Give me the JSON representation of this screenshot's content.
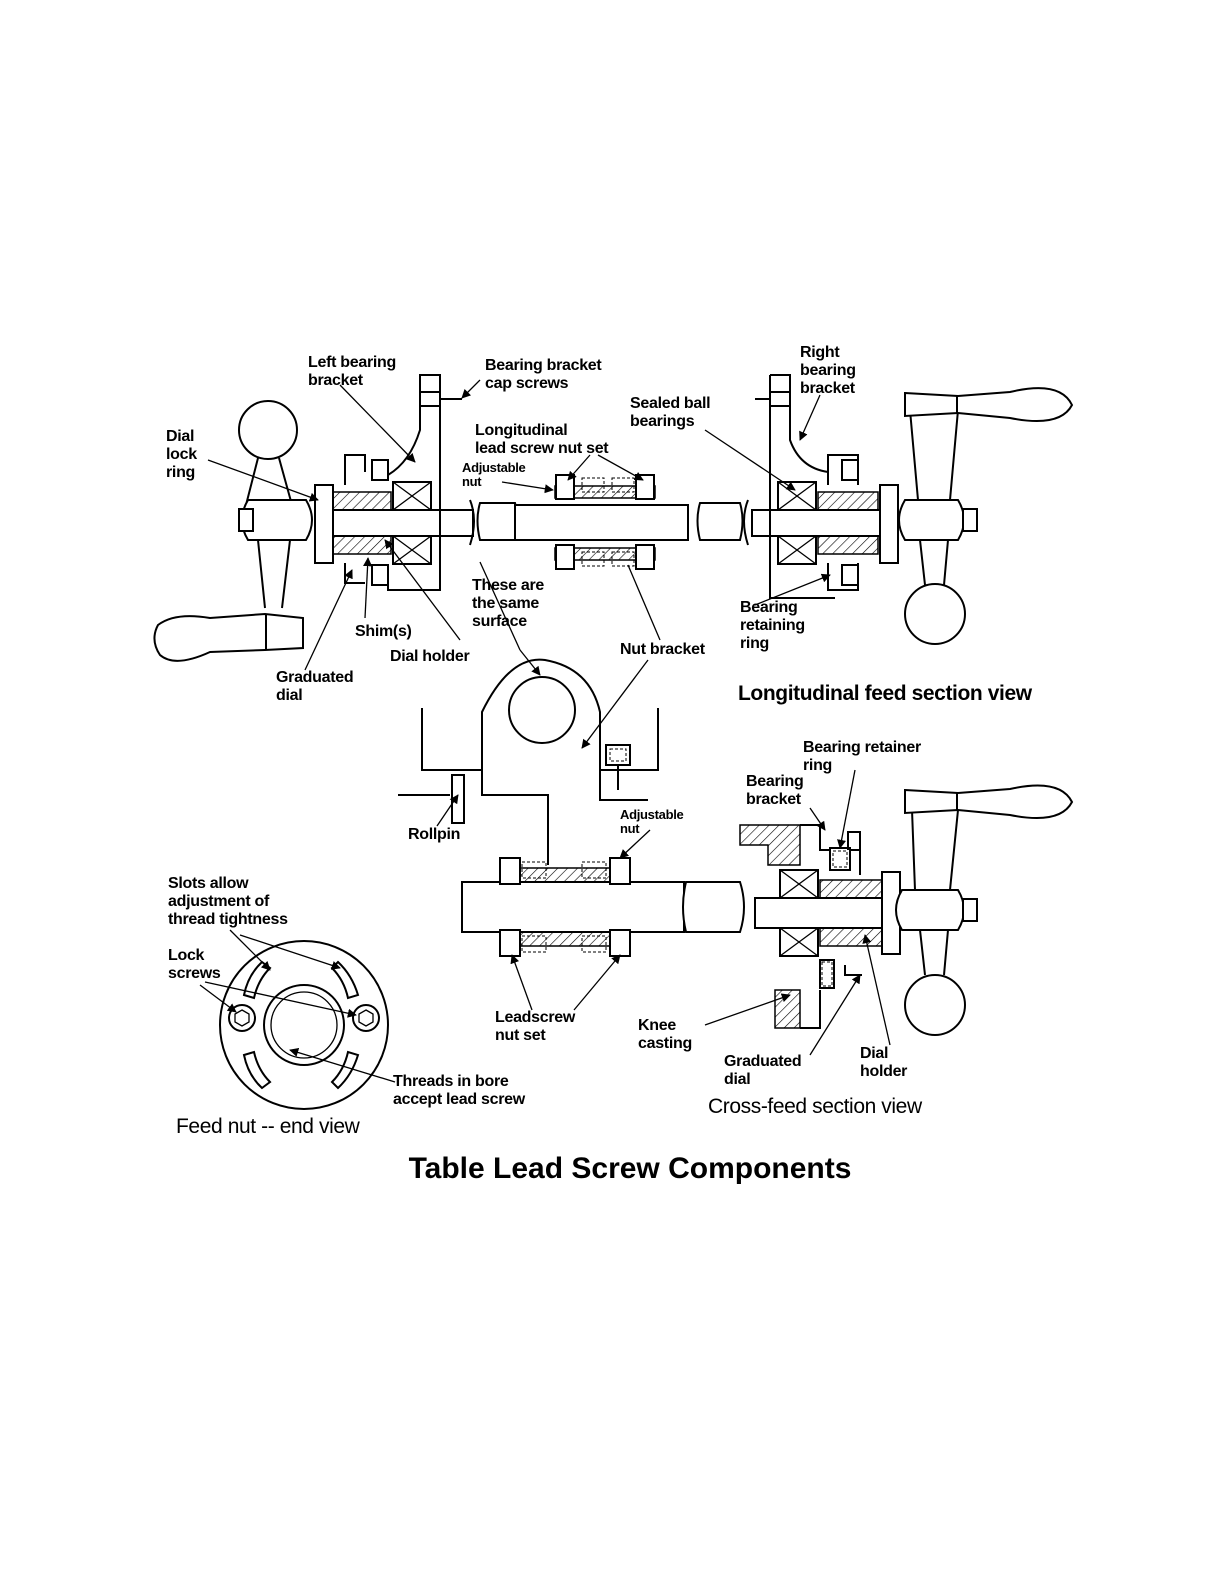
{
  "title": "Table Lead Screw Components",
  "views": {
    "longitudinal": "Longitudinal feed section view",
    "cross_feed": "Cross-feed section view",
    "feed_nut": "Feed nut -- end view"
  },
  "labels": {
    "left_bearing_bracket": [
      "Left bearing",
      "bracket"
    ],
    "bearing_bracket_cap_screws": [
      "Bearing bracket",
      "cap screws"
    ],
    "right_bearing_bracket": [
      "Right",
      "bearing",
      "bracket"
    ],
    "sealed_ball_bearings": [
      "Sealed ball",
      "bearings"
    ],
    "longitudinal_nut_set": [
      "Longitudinal",
      "lead screw nut set"
    ],
    "adjustable_nut_top": [
      "Adjustable",
      "nut"
    ],
    "dial_lock_ring": [
      "Dial",
      "lock",
      "ring"
    ],
    "these_are_same_surface": [
      "These are",
      "the same",
      "surface"
    ],
    "shims": "Shim(s)",
    "dial_holder_top": "Dial holder",
    "graduated_dial_top": [
      "Graduated",
      "dial"
    ],
    "nut_bracket": "Nut bracket",
    "bearing_retaining_ring": [
      "Bearing",
      "retaining",
      "ring"
    ],
    "bearing_retainer_ring": [
      "Bearing retainer",
      "ring"
    ],
    "bearing_bracket": [
      "Bearing",
      "bracket"
    ],
    "rollpin": "Rollpin",
    "adjustable_nut_mid": [
      "Adjustable",
      "nut"
    ],
    "slots_allow": [
      "Slots allow",
      "adjustment of",
      "thread tightness"
    ],
    "lock_screws": [
      "Lock",
      "screws"
    ],
    "leadscrew_nut_set": [
      "Leadscrew",
      "nut set"
    ],
    "knee_casting": [
      "Knee",
      "casting"
    ],
    "graduated_dial_bottom": [
      "Graduated",
      "dial"
    ],
    "dial_holder_bottom": [
      "Dial",
      "holder"
    ],
    "threads_in_bore": [
      "Threads in bore",
      "accept lead screw"
    ]
  }
}
